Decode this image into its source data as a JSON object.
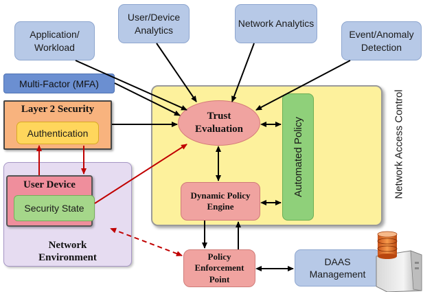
{
  "colors": {
    "analytics_box": "#b7c9e7",
    "mfa_box": "#6b8fd1",
    "layer2_box": "#f8b37e",
    "auth_box": "#ffd65c",
    "nac_region": "#fdf19c",
    "trust_ellipse": "#f0a3a0",
    "automated_policy": "#8fd07a",
    "network_env": "#e6dcf1",
    "user_device": "#ef8e9c",
    "security_state": "#a5d78a",
    "black_arrow": "#000000",
    "red_arrow": "#c00000"
  },
  "nodes": {
    "application_workload": "Application/ Workload",
    "user_device_analytics": "User/Device Analytics",
    "network_analytics": "Network Analytics",
    "event_anomaly_detection": "Event/Anomaly Detection",
    "multi_factor": "Multi-Factor (MFA)",
    "layer2_security": "Layer 2 Security",
    "authentication": "Authentication",
    "user_device": "User Device",
    "security_state": "Security State",
    "network_environment": "Network Environment",
    "trust_evaluation": "Trust Evaluation",
    "automated_policy": "Automated Policy",
    "dynamic_policy_engine": "Dynamic Policy Engine",
    "policy_enforcement_point": "Policy Enforcement Point",
    "daas_management": "DAAS Management",
    "network_access_control": "Network Access Control"
  },
  "icons": {
    "server": "server-database-icon"
  }
}
